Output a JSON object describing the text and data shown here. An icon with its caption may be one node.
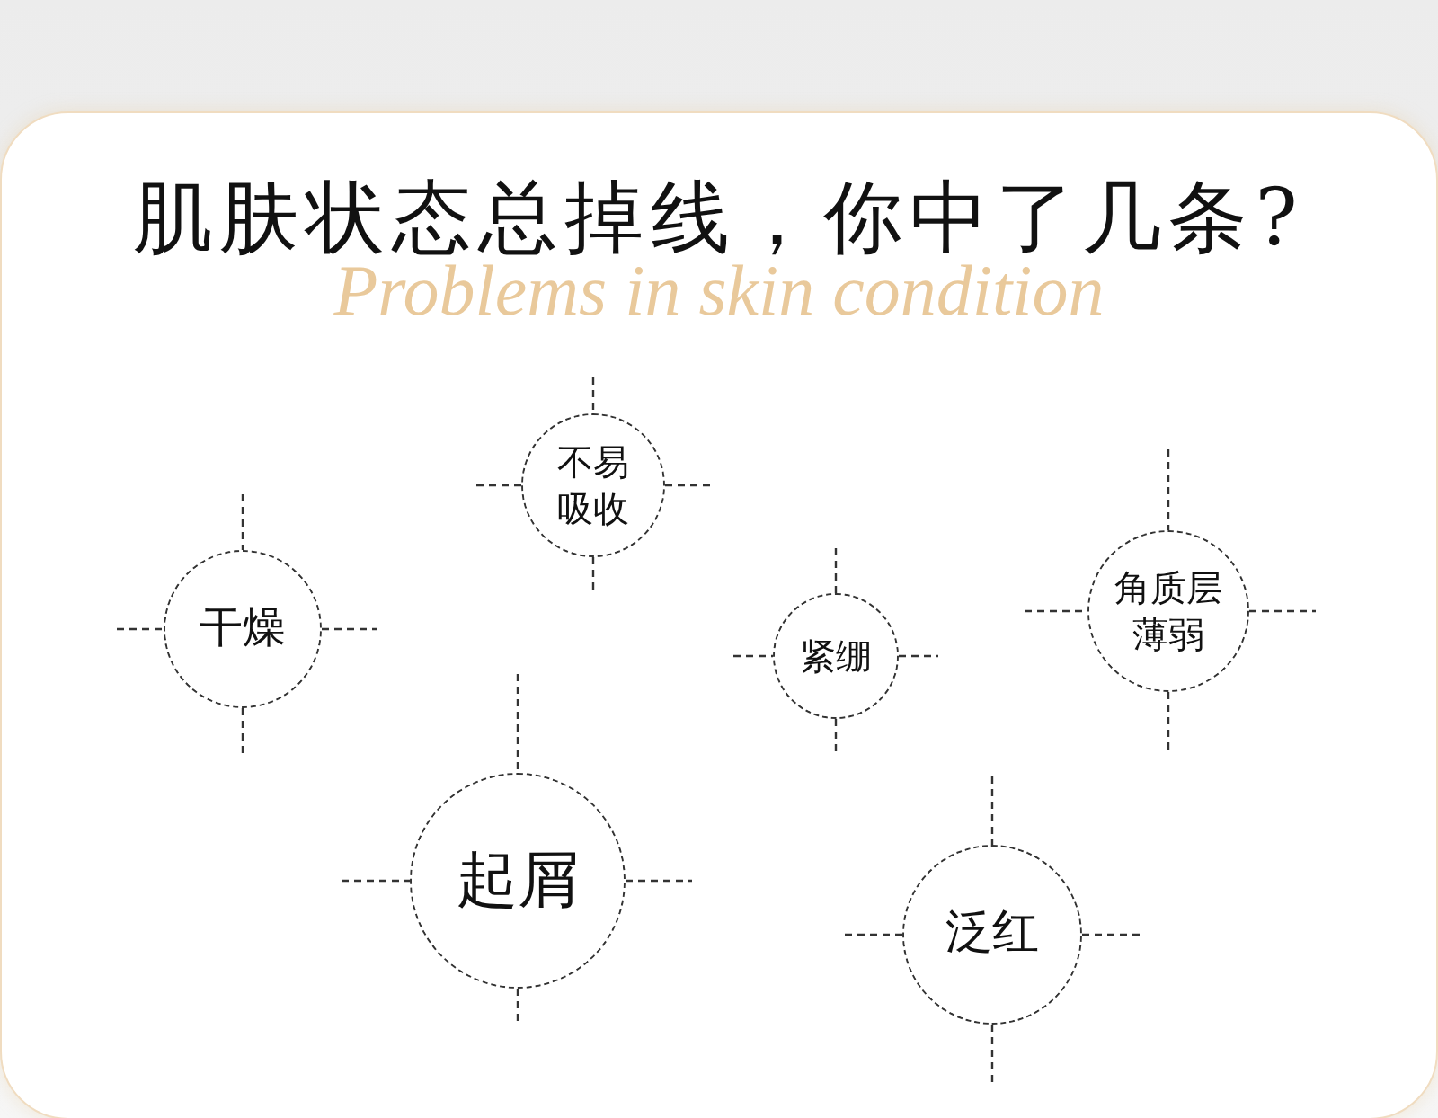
{
  "diagram": {
    "title": "肌肤状态总掉线，你中了几条?",
    "nodes": [
      {
        "text": [
          "不易吸收"
        ]
      },
      {
        "text": [
          "干燥"
        ]
      },
      {
        "text": [
          "紧绷"
        ]
      },
      {
        "text": [
          "角质层薄弱"
        ]
      },
      {
        "text": [
          "起屑"
        ]
      },
      {
        "text": [
          "泛红"
        ]
      }
    ],
    "labels": [
      "Problems in skin condition"
    ]
  }
}
